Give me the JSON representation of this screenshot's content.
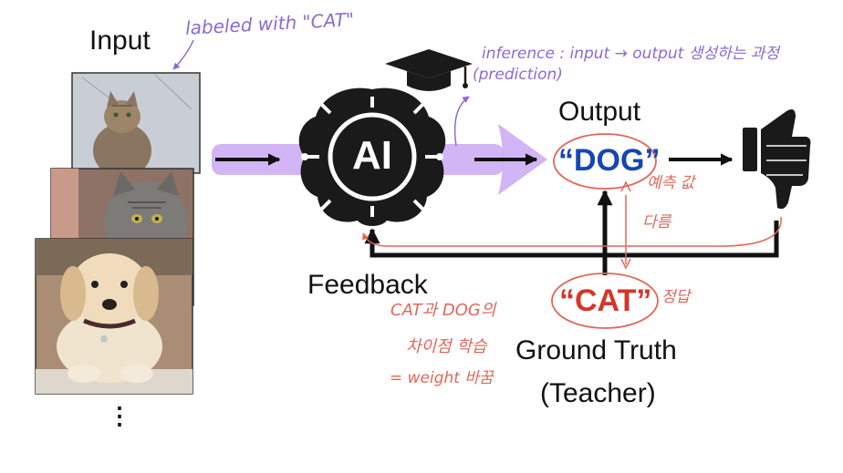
{
  "labels": {
    "input": "Input",
    "output": "Output",
    "feedback": "Feedback",
    "ground_truth": "Ground Truth",
    "teacher": "(Teacher)",
    "ai": "AI",
    "dog": "“DOG”",
    "cat": "“CAT”",
    "more": "⋮"
  },
  "notes": {
    "labeled": "labeled with \"CAT\"",
    "inference": "inference : input → output 생성하는 과정",
    "prediction": "(prediction)",
    "predicted_value": "예측 값",
    "different": "다름",
    "answer": "정답",
    "learn_1": "CAT과 DOG의",
    "learn_2": "차이점 학습",
    "learn_3": "= weight 바꿈"
  },
  "colors": {
    "purple_flow": "#c9a8f2",
    "note_purple": "#8a6ad6",
    "note_red": "#e0675b",
    "dog_blue": "#1646b0",
    "cat_red": "#d5352a",
    "icon_dark": "#1a1a1a"
  },
  "icons": [
    "graduation-cap-icon",
    "ai-brain-icon",
    "thumbs-down-icon"
  ]
}
